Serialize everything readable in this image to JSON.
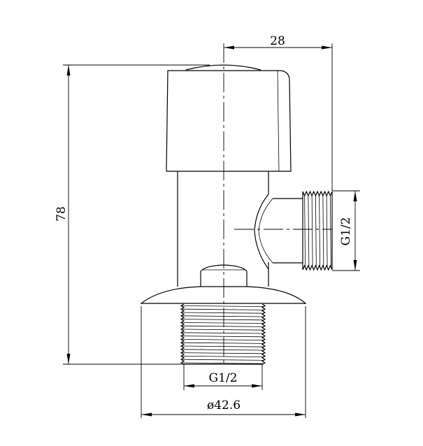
{
  "drawing": {
    "subject": "",
    "dimensions": {
      "width_to_outlet": "28",
      "total_height": "78",
      "side_outlet_thread": "G1/2",
      "bottom_thread": "G1/2",
      "base_diameter": "ø42.6"
    },
    "line_color": "#000000",
    "background_color": "#ffffff"
  }
}
